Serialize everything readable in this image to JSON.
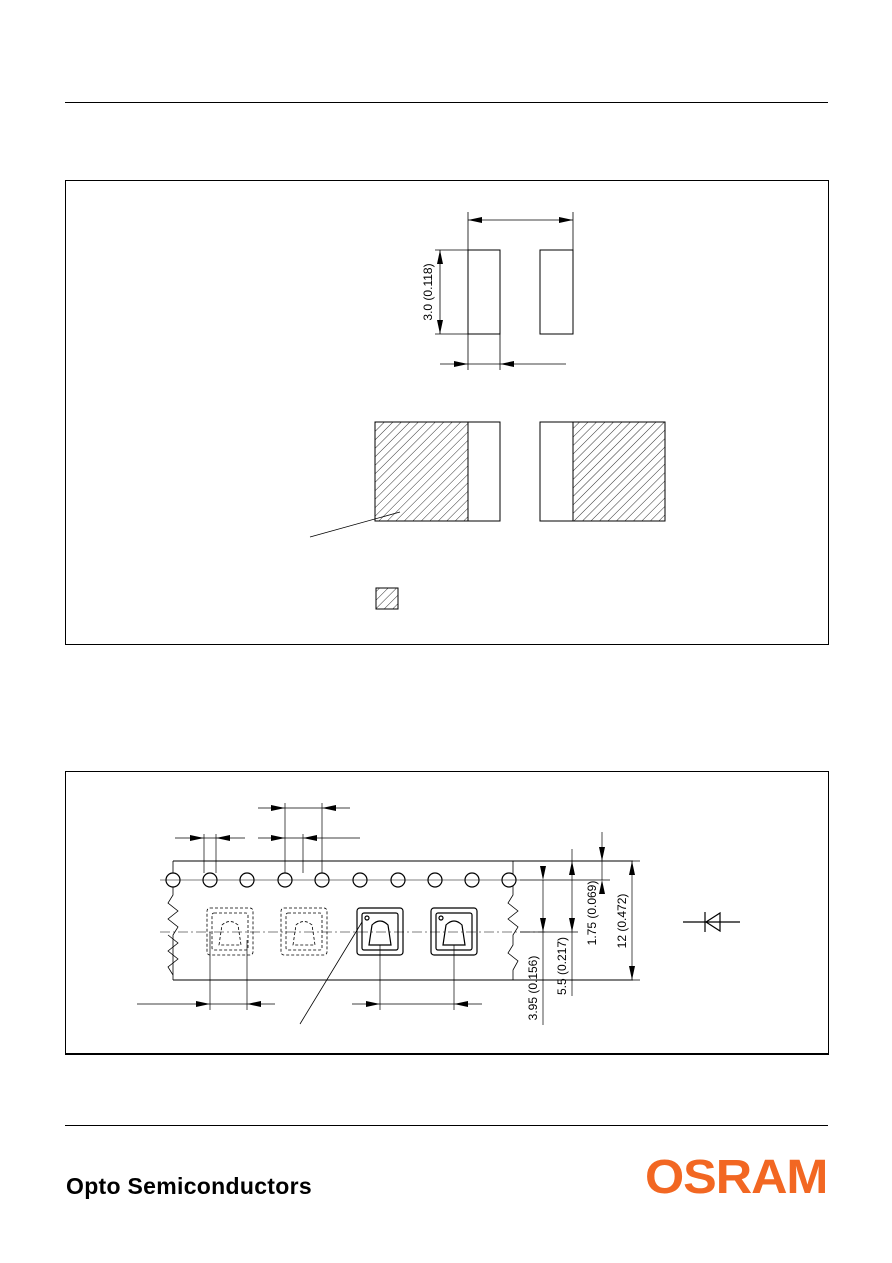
{
  "pad_drawing": {
    "height_dim": "3.0 (0.118)"
  },
  "tape_drawing": {
    "dim_12": "12 (0.472)",
    "dim_1_75": "1.75 (0.069)",
    "dim_5_5": "5.5 (0.217)",
    "dim_3_95": "3.95 (0.156)"
  },
  "footer": {
    "company_line": "Opto Semiconductors",
    "logo_text": "OSRAM"
  },
  "colors": {
    "logo": "#f26722",
    "ink": "#000000"
  }
}
